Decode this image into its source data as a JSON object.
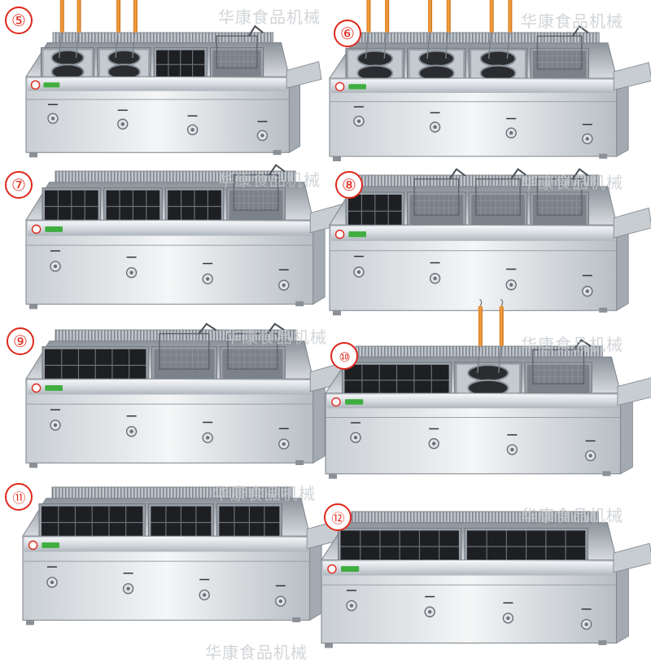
{
  "watermark": "华康食品机械",
  "accent": "#e0281c",
  "items": [
    {
      "label": "⑤",
      "wells": [
        "noodle2",
        "noodle2",
        "grid",
        "basket"
      ],
      "ladles": [
        2,
        2
      ]
    },
    {
      "label": "⑥",
      "wells": [
        "noodle2",
        "noodle2",
        "noodle2",
        "basket"
      ],
      "ladles": [
        2,
        2,
        2
      ]
    },
    {
      "label": "⑦",
      "wells": [
        "grid",
        "grid",
        "grid",
        "basket"
      ]
    },
    {
      "label": "⑧",
      "wells": [
        "grid",
        "basket",
        "basket",
        "basket"
      ]
    },
    {
      "label": "⑨",
      "wells": [
        "grid2",
        "basket",
        "basket"
      ]
    },
    {
      "label": "⑩",
      "wells": [
        "grid2",
        "noodle2",
        "basket"
      ],
      "ladles": [
        2
      ]
    },
    {
      "label": "⑪",
      "wells": [
        "grid2",
        "grid",
        "grid"
      ]
    },
    {
      "label": "⑫",
      "wells": [
        "grid2",
        "grid2"
      ]
    }
  ]
}
